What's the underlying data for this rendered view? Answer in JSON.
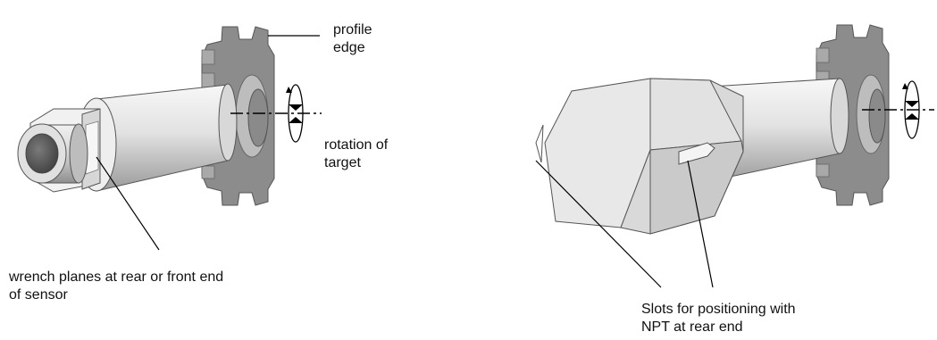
{
  "labels": {
    "profile_edge": [
      "profile",
      "edge"
    ],
    "rotation": [
      "rotation of",
      "target"
    ],
    "wrench": [
      "wrench planes at rear or front end",
      "of sensor"
    ],
    "slots": [
      "Slots for positioning with",
      "NPT at rear end"
    ]
  },
  "colors": {
    "text": "#111111",
    "line": "#000000",
    "gear_face": "#a8a8a8",
    "gear_side": "#7a7a7a",
    "shaft_light": "#f4f4f4",
    "shaft_dark": "#9a9a9a",
    "hex_face": "#e6e6e6",
    "hex_side": "#cfcfcf",
    "bore": "#555555"
  },
  "icons": [
    "rotation-arrow-icon",
    "axis-line-icon"
  ]
}
